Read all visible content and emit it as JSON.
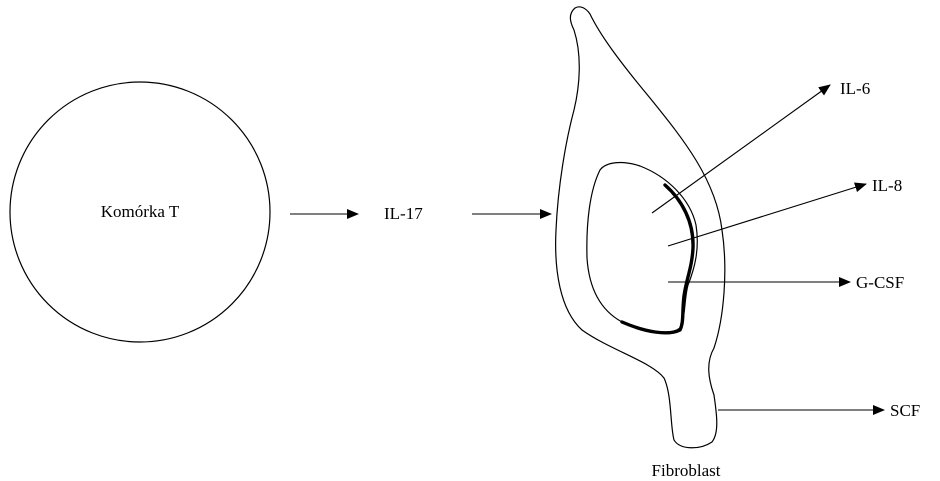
{
  "t_cell": {
    "label": "Komórka T"
  },
  "input": {
    "label": "IL-17"
  },
  "fibroblast": {
    "label": "Fibroblast"
  },
  "outputs": {
    "il6": "IL-6",
    "il8": "IL-8",
    "gcsf": "G-CSF",
    "scf": "SCF"
  }
}
